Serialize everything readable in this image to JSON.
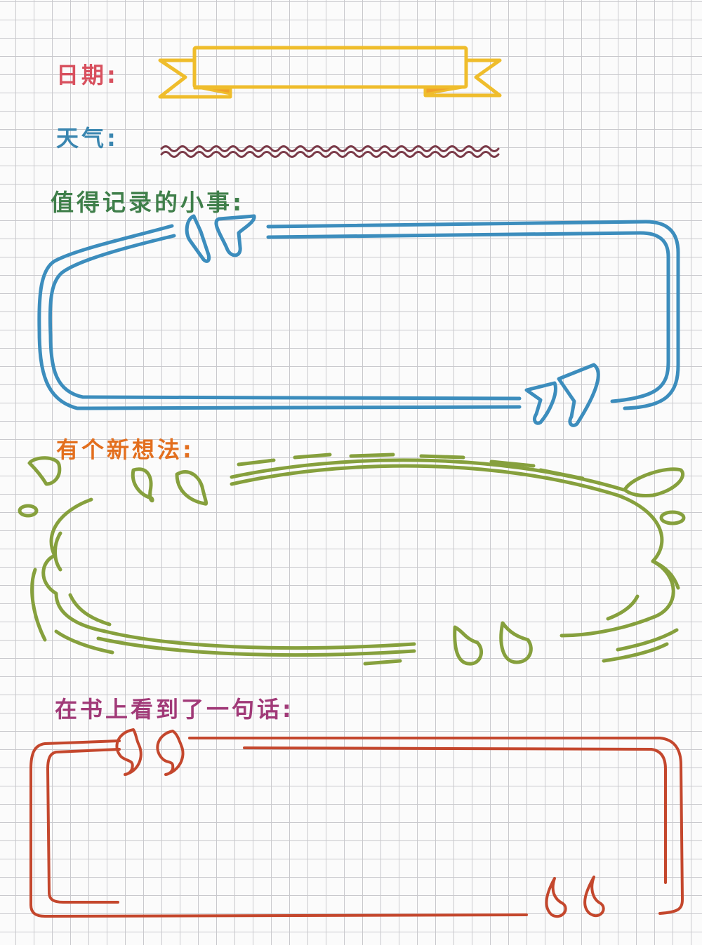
{
  "labels": {
    "date": "日期:",
    "weather": "天气:",
    "small_things": "值得记录的小事:",
    "new_idea": "有个新想法:",
    "book_quote": "在书上看到了一句话:"
  },
  "colors": {
    "grid_line": "#c9c9cd",
    "paper": "#fbfbfb",
    "date": "#d8505e",
    "weather": "#3a86b0",
    "small_things": "#3f7f4a",
    "new_idea": "#e36f1e",
    "book_quote": "#a13a78",
    "banner": "#efbd2c",
    "banner_shadow": "#f0a02a",
    "wavy_line": "#7b3a48",
    "blue_frame": "#3c8dbd",
    "green_frame": "#86a03d",
    "red_frame": "#c4472d"
  },
  "icons": {
    "date_field": "ribbon-banner",
    "weather_field": "wavy-line",
    "small_things_box": "double-rounded-frame-with-quotes",
    "new_idea_box": "cloud-bubble-with-quotes",
    "book_quote_box": "double-rectangle-frame-with-quotes"
  }
}
